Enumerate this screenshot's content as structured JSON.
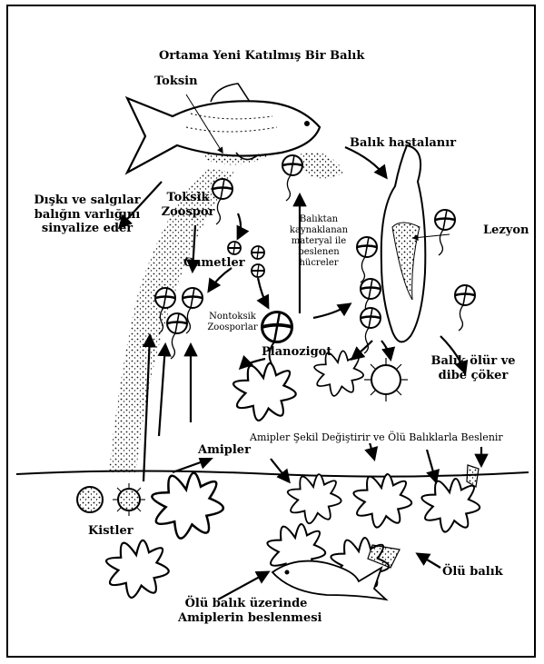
{
  "labels": {
    "new_fish": "Ortama Yeni Katılmış Bir Balık",
    "toxin": "Toksin",
    "fish_sick": "Balık hastalanır",
    "excreta_1": "Dışkı ve salgılar",
    "excreta_2": "balığın varlığını",
    "excreta_3": "sinyalize eder",
    "toxic_zoospore_1": "Toksik",
    "toxic_zoospore_2": "Zoospor",
    "feeding_cells_1": "Balıktan",
    "feeding_cells_2": "kaynaklanan",
    "feeding_cells_3": "materyal ile",
    "feeding_cells_4": "beslenen",
    "feeding_cells_5": "hücreler",
    "lesion": "Lezyon",
    "gametes": "Gametler",
    "nontoxic_1": "Nontoksik",
    "nontoxic_2": "Zoosporlar",
    "planozygote": "Planozigot",
    "fish_dies_1": "Balık ölür ve",
    "fish_dies_2": "dibe çöker",
    "amoeba_transform": "Amipler Şekil Değiştirir ve Ölü Balıklarla Beslenir",
    "amoebae": "Amipler",
    "cysts": "Kistler",
    "dead_fish": "Ölü balık",
    "feeding_1": "Ölü balık üzerinde",
    "feeding_2": "Amiplerin beslenmesi"
  }
}
